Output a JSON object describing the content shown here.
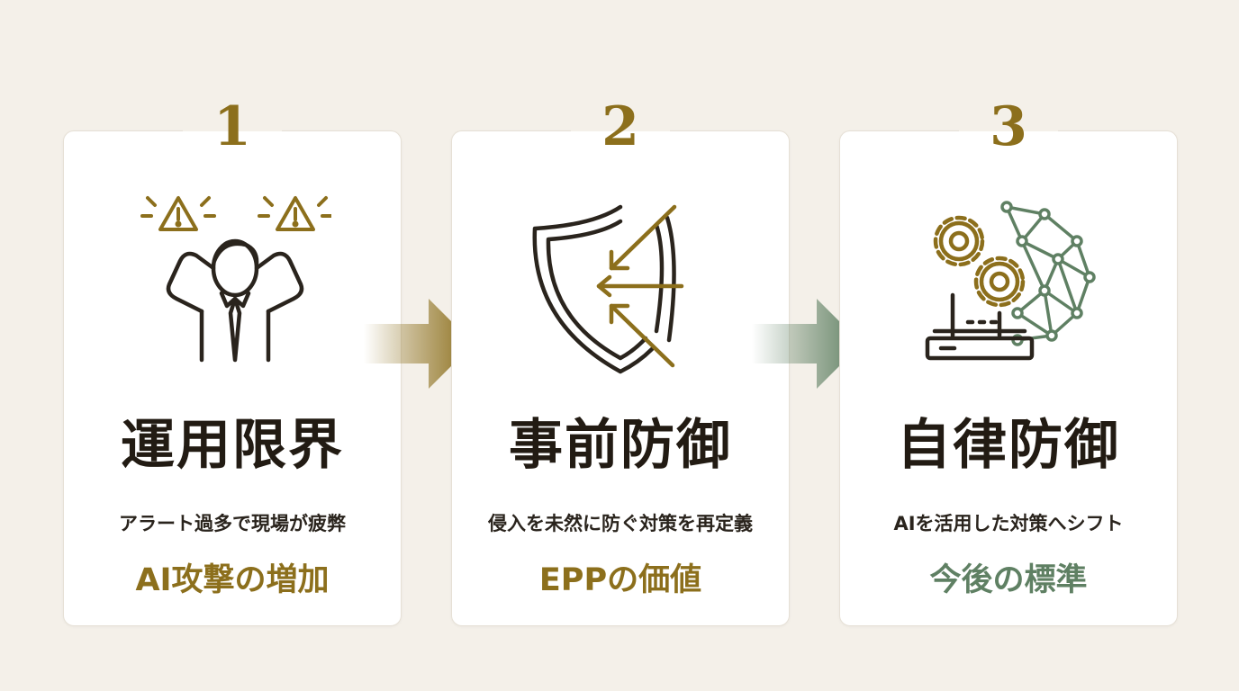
{
  "steps": [
    {
      "number": "1",
      "title": "運用限界",
      "description": "アラート過多で現場が疲弊",
      "tag": "AI攻撃の増加",
      "tag_color": "#8c6f1c",
      "icon": "stressed-person-with-alerts-icon"
    },
    {
      "number": "2",
      "title": "事前防御",
      "description": "侵入を未然に防ぐ対策を再定義",
      "tag": "EPPの価値",
      "tag_color": "#8c6f1c",
      "icon": "shield-blocking-arrows-icon"
    },
    {
      "number": "3",
      "title": "自律防御",
      "description": "AIを活用した対策へシフト",
      "tag": "今後の標準",
      "tag_color": "#5f8063",
      "icon": "gears-network-router-icon"
    }
  ],
  "colors": {
    "background": "#f4f0e9",
    "gold": "#8c6f1c",
    "green": "#5f8063",
    "dark": "#221b13"
  }
}
